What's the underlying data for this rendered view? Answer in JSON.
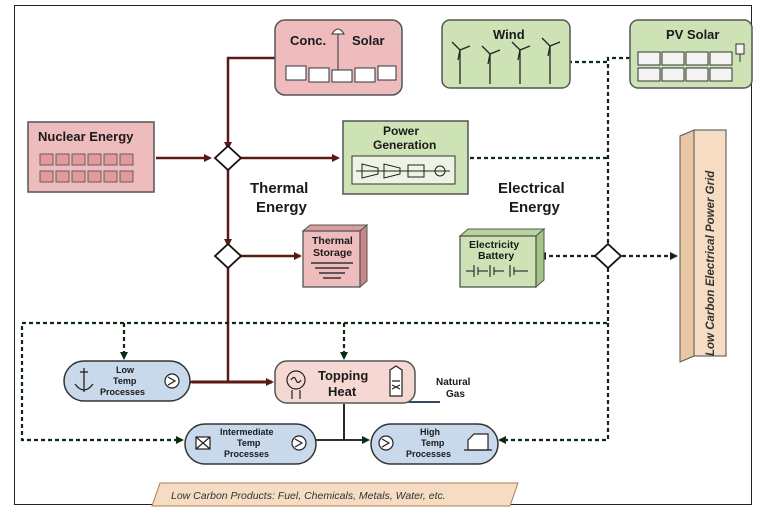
{
  "nodes": {
    "conc_solar_left": "Conc.",
    "conc_solar_right": "Solar",
    "wind": "Wind",
    "pv_solar": "PV Solar",
    "nuclear": "Nuclear Energy",
    "power_gen_1": "Power",
    "power_gen_2": "Generation",
    "thermal_energy_1": "Thermal",
    "thermal_energy_2": "Energy",
    "electrical_energy_1": "Electrical",
    "electrical_energy_2": "Energy",
    "thermal_storage_1": "Thermal",
    "thermal_storage_2": "Storage",
    "battery_1": "Electricity",
    "battery_2": "Battery",
    "grid": "Low Carbon Electrical Power Grid",
    "low_temp_1": "Low",
    "low_temp_2": "Temp",
    "low_temp_3": "Processes",
    "topping_1": "Topping",
    "topping_2": "Heat",
    "natural_gas_1": "Natural",
    "natural_gas_2": "Gas",
    "inter_temp_1": "Intermediate",
    "inter_temp_2": "Temp",
    "inter_temp_3": "Processes",
    "high_temp_1": "High",
    "high_temp_2": "Temp",
    "high_temp_3": "Processes",
    "products": "Low Carbon Products: Fuel, Chemicals, Metals, Water, etc."
  },
  "colors": {
    "solar_fill": "#eebcbc",
    "green_fill": "#cde3b6",
    "blue_fill": "#c8d9ec",
    "grid_fill": "#f6dcc2",
    "thermal_line": "#5a1a14",
    "electric_line": "#0e2a10"
  }
}
